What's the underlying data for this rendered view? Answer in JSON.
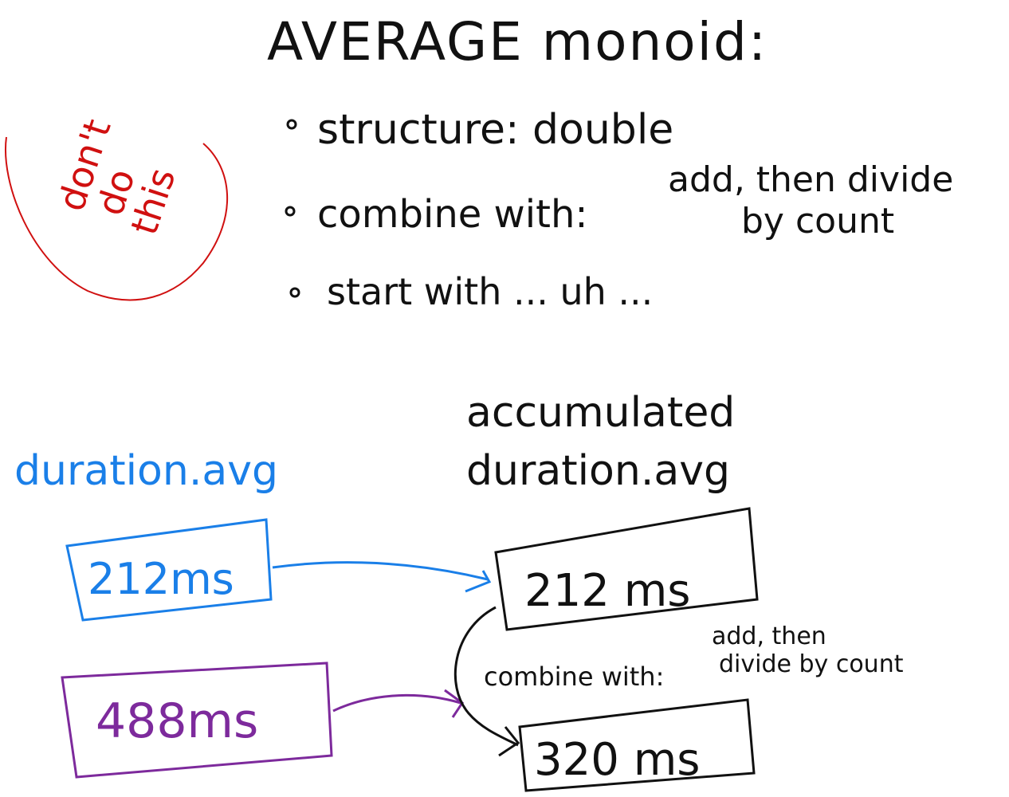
{
  "title": "AVERAGE monoid:",
  "bullets": [
    {
      "text": "structure: double"
    },
    {
      "text": "combine with:",
      "note_line1": "add, then divide",
      "note_line2": "by count"
    },
    {
      "text": "start with ... uh ..."
    }
  ],
  "warning": {
    "line1": "don't",
    "line2": "do",
    "line3": "this",
    "color": "#d01010"
  },
  "diagram": {
    "input_label": "duration.avg",
    "input_color": "#1a7fe8",
    "accumulated_label_line1": "accumulated",
    "accumulated_label_line2": "duration.avg",
    "input_box_1": "212ms",
    "input_box_2": "488ms",
    "input_box_2_color": "#7d2a9c",
    "output_box_1": "212 ms",
    "output_box_2": "320 ms",
    "combine_text": "combine with:",
    "combine_note_line1": "add, then",
    "combine_note_line2": "divide by count"
  }
}
